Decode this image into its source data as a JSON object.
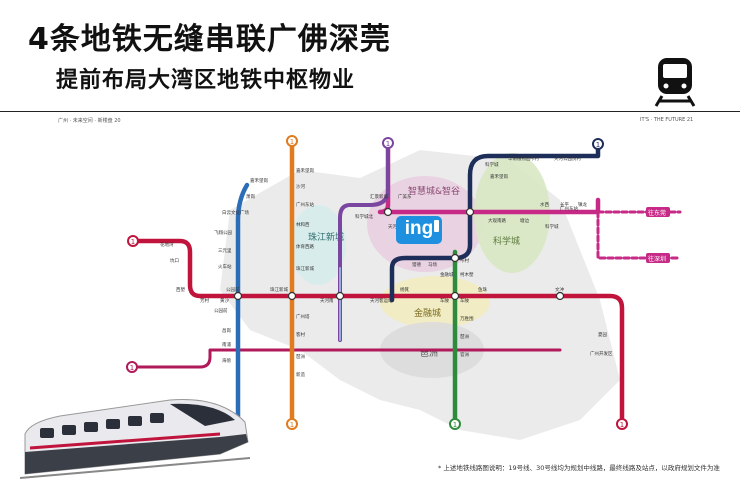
{
  "title": "4条地铁无缝串联广佛深莞",
  "subtitle": "提前布局大湾区地铁中枢物业",
  "header": {
    "left": [
      "广州",
      "未来空间",
      "新楼盘",
      "20"
    ],
    "right": "IT'S · THE FUTURE  21"
  },
  "logo": "ing",
  "footnote": "* 上述地铁线路图说明：19号线、30号线均为规划中线路，最终线路及站点，以政府规划文件为准",
  "districts": {
    "zhijiang": "珠江新城",
    "zhihui": "智慧城&智谷",
    "kexue": "科学城",
    "jinrong": "金融城",
    "pazhou": "琶洲"
  },
  "line_ends": [
    "1",
    "1",
    "1",
    "1",
    "1",
    "1",
    "1",
    "1",
    "1"
  ],
  "stations": {
    "red": [
      "西塱",
      "坑口",
      "花地湾",
      "芳村",
      "黄沙",
      "公园前",
      "珠江新城",
      "天河南",
      "天河客运站",
      "杨箕",
      "车陂",
      "鱼珠",
      "文冲",
      "夏园",
      "广州开发区",
      "广州东站"
    ],
    "purple": [
      "科学城北",
      "汇景新城",
      "广美东",
      "天河智慧城",
      "天河客运站",
      "大观南路",
      "塘边",
      "科学城",
      "水西",
      "长平",
      "镇龙"
    ],
    "blue": [
      "嘉禾望岗",
      "萧岗",
      "白云文化广场",
      "飞翔公园",
      "三元里",
      "火车站",
      "公园前",
      "昌岗",
      "南浦",
      "海傍"
    ],
    "orange": [
      "嘉禾望岗",
      "沙河",
      "广州东站",
      "林和西",
      "体育西路",
      "珠江新城",
      "广州塔",
      "客村",
      "琶洲",
      "新造"
    ],
    "green": [
      "岑村",
      "柯木塱",
      "车陂",
      "万胜围",
      "琶洲",
      "官洲"
    ],
    "navy": [
      "科学城",
      "嘉禾望岗",
      "华南植物园",
      "岑村",
      "天河公园",
      "员村",
      "猎德",
      "马场",
      "金融城"
    ]
  },
  "branch_labels": [
    "往东莞",
    "往深圳"
  ]
}
